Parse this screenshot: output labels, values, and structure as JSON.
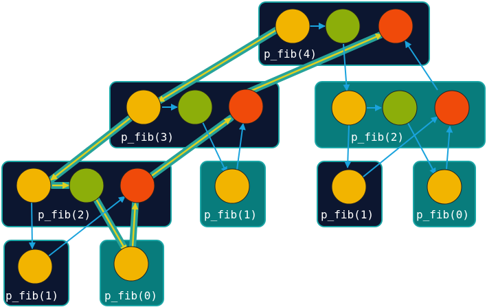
{
  "colors": {
    "box_dark": "#0c1630",
    "box_teal": "#087c7c",
    "box_border": "#1aa6a6",
    "node_orange": "#f2b400",
    "node_green": "#8cae0a",
    "node_red": "#f04a0a",
    "arrow": "#1aa3dd",
    "highlight_outer": "#27a39a",
    "highlight_inner": "#e0d020"
  },
  "boxes": [
    {
      "id": "fib4",
      "label": "p_fib(4)",
      "style": "dark"
    },
    {
      "id": "fib3",
      "label": "p_fib(3)",
      "style": "dark"
    },
    {
      "id": "fib2a",
      "label": "p_fib(2)",
      "style": "teal"
    },
    {
      "id": "fib2b",
      "label": "p_fib(2)",
      "style": "dark"
    },
    {
      "id": "fib1a",
      "label": "p_fib(1)",
      "style": "teal"
    },
    {
      "id": "fib1b",
      "label": "p_fib(1)",
      "style": "dark"
    },
    {
      "id": "fib0a",
      "label": "p_fib(0)",
      "style": "teal"
    },
    {
      "id": "fib1c",
      "label": "p_fib(1)",
      "style": "dark"
    },
    {
      "id": "fib0b",
      "label": "p_fib(0)",
      "style": "teal"
    }
  ]
}
